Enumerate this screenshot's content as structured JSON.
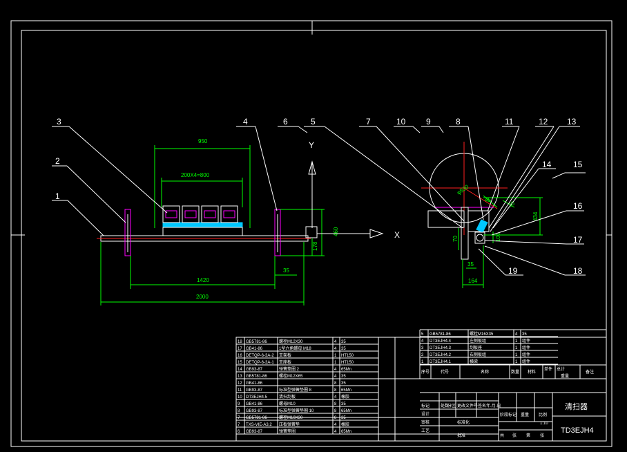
{
  "balloons": [
    "1",
    "2",
    "3",
    "4",
    "5",
    "6",
    "7",
    "8",
    "9",
    "10",
    "11",
    "12",
    "13",
    "14",
    "15",
    "16",
    "17",
    "18",
    "19"
  ],
  "axes": {
    "y": "Y",
    "x": "X"
  },
  "dimensions": {
    "d950": "950",
    "d200x4": "200X4=800",
    "d1420": "1420",
    "d2000": "2000",
    "d35a": "35",
    "d178": "178",
    "d460": "460",
    "d530": "φ530",
    "d45": "45",
    "d30": "30",
    "d434": "434",
    "d70": "70",
    "d100": "100",
    "d35b": "35",
    "d164": "164"
  },
  "parts_left": [
    {
      "no": "18",
      "code": "GB5781-86",
      "name": "螺栓M12X30",
      "qty": "4",
      "mat": "35"
    },
    {
      "no": "17",
      "code": "GB41-86",
      "name": "1型六角螺母 M18",
      "qty": "4",
      "mat": "35"
    },
    {
      "no": "16",
      "code": "DETQP-6-3A-2",
      "name": "支架板",
      "qty": "1",
      "mat": "HT150"
    },
    {
      "no": "15",
      "code": "DETQP-6-3A-1",
      "name": "支座板",
      "qty": "1",
      "mat": "HT150"
    },
    {
      "no": "14",
      "code": "GB93-87",
      "name": "弹簧垫圈 2",
      "qty": "4",
      "mat": "65Mn"
    },
    {
      "no": "13",
      "code": "GB5781-86",
      "name": "螺栓M12X65",
      "qty": "4",
      "mat": "35"
    },
    {
      "no": "12",
      "code": "GB41-86",
      "name": "",
      "qty": "8",
      "mat": "35"
    },
    {
      "no": "11",
      "code": "GB93-87",
      "name": "标准型弹簧垫圈 8",
      "qty": "8",
      "mat": "65Mn"
    },
    {
      "no": "10",
      "code": "DT3EJH4.5",
      "name": "清扫刮板",
      "qty": "4",
      "mat": "橡胶"
    },
    {
      "no": "9",
      "code": "GB41-86",
      "name": "螺母M10",
      "qty": "8",
      "mat": "35"
    },
    {
      "no": "8",
      "code": "GB93-87",
      "name": "标准型弹簧垫圈 10",
      "qty": "8",
      "mat": "65Mn"
    },
    {
      "no": "7",
      "code": "GB5781-86",
      "name": "螺栓M10X30",
      "qty": "8",
      "mat": "35"
    },
    {
      "no": "7",
      "code": "TXS-VIE-A3.2",
      "name": "压板弹簧垫",
      "qty": "4",
      "mat": "橡胶"
    },
    {
      "no": "6",
      "code": "GB93-87",
      "name": "弹簧垫圈",
      "qty": "4",
      "mat": "65Mn"
    }
  ],
  "parts_right": [
    {
      "no": "5",
      "code": "GB5781-86",
      "name": "螺栓M16X35",
      "qty": "4",
      "mat": "35"
    },
    {
      "no": "4",
      "code": "DT3EJH4.4",
      "name": "左侧板组",
      "qty": "1",
      "mat": "组件"
    },
    {
      "no": "3",
      "code": "DT3EJH4.3",
      "name": "刮板座",
      "qty": "1",
      "mat": "组件"
    },
    {
      "no": "2",
      "code": "DT3EJH4.2",
      "name": "右侧板组",
      "qty": "1",
      "mat": "组件"
    },
    {
      "no": "1",
      "code": "DT3EJH4.1",
      "name": "横梁",
      "qty": "1",
      "mat": "组件"
    }
  ],
  "bom_header": {
    "no": "序号",
    "code": "代号",
    "name": "名称",
    "qty": "数量",
    "mat": "材料",
    "single": "单件",
    "total": "总计",
    "weight": "重量",
    "remark": "备注"
  },
  "title_block": {
    "title": "清扫器",
    "drawing_no": "TD3EJH4",
    "scale": "1:10",
    "rev_headers": [
      "标记",
      "处数",
      "分区",
      "更改文件号",
      "签名",
      "年.月.日"
    ],
    "sig_rows": [
      "设计",
      "审核",
      "工艺"
    ],
    "std": "标准化",
    "approve": "批准",
    "stage_headers": [
      "阶段标记",
      "重量",
      "比例"
    ],
    "sheet": [
      "共",
      "张",
      "第",
      "张"
    ]
  },
  "colors": {
    "line": "#ffffff",
    "dim": "#00ff00",
    "center": "#ff2020",
    "part": "#ff00ff",
    "fill": "#00c8ff"
  }
}
